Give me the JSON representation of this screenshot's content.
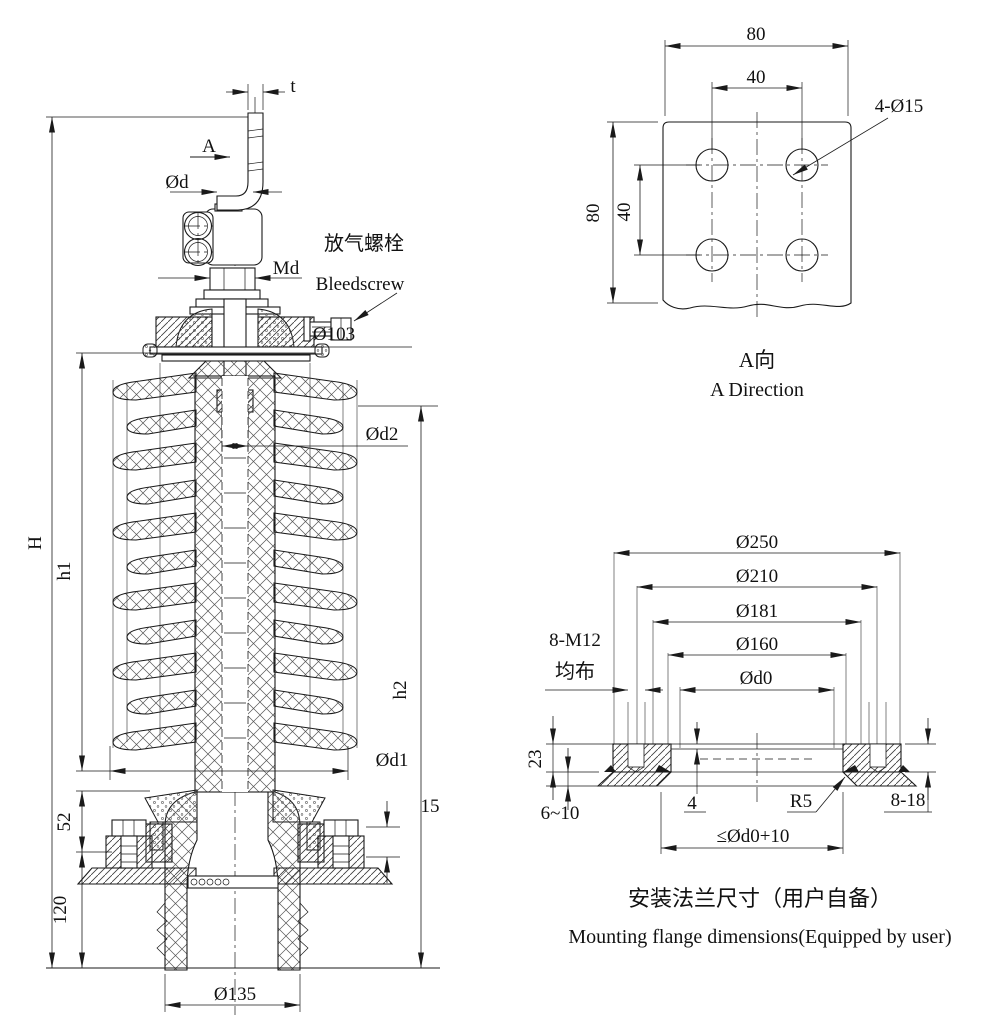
{
  "main": {
    "t": "t",
    "a_marker": "A",
    "phi_d": "Ød",
    "md": "Md",
    "bleed_cn": "放气螺栓",
    "bleed_en": "Bleedscrew",
    "phi103": "Ø103",
    "phi_d2": "Ød2",
    "big_h": "H",
    "h1": "h1",
    "h2": "h2",
    "phi_d1": "Ød1",
    "d15": "15",
    "d52": "52",
    "d120": "120",
    "phi135": "Ø135"
  },
  "aview": {
    "d80_top": "80",
    "d40_top": "40",
    "holes": "4-Ø15",
    "d80_left": "80",
    "d40_left": "40",
    "title_cn": "A向",
    "title_en": "A Direction"
  },
  "flange": {
    "phi250": "Ø250",
    "phi210": "Ø210",
    "phi181": "Ø181",
    "phi160": "Ø160",
    "phid0": "Ød0",
    "bolts1": "8-M12",
    "bolts2": "均布",
    "d23": "23",
    "d610": "6~10",
    "d4": "4",
    "r5": "R5",
    "d818": "8-18",
    "dmax": "≤Ød0+10",
    "title_cn": "安装法兰尺寸（用户自备）",
    "title_en": "Mounting flange dimensions(Equipped by user)"
  }
}
